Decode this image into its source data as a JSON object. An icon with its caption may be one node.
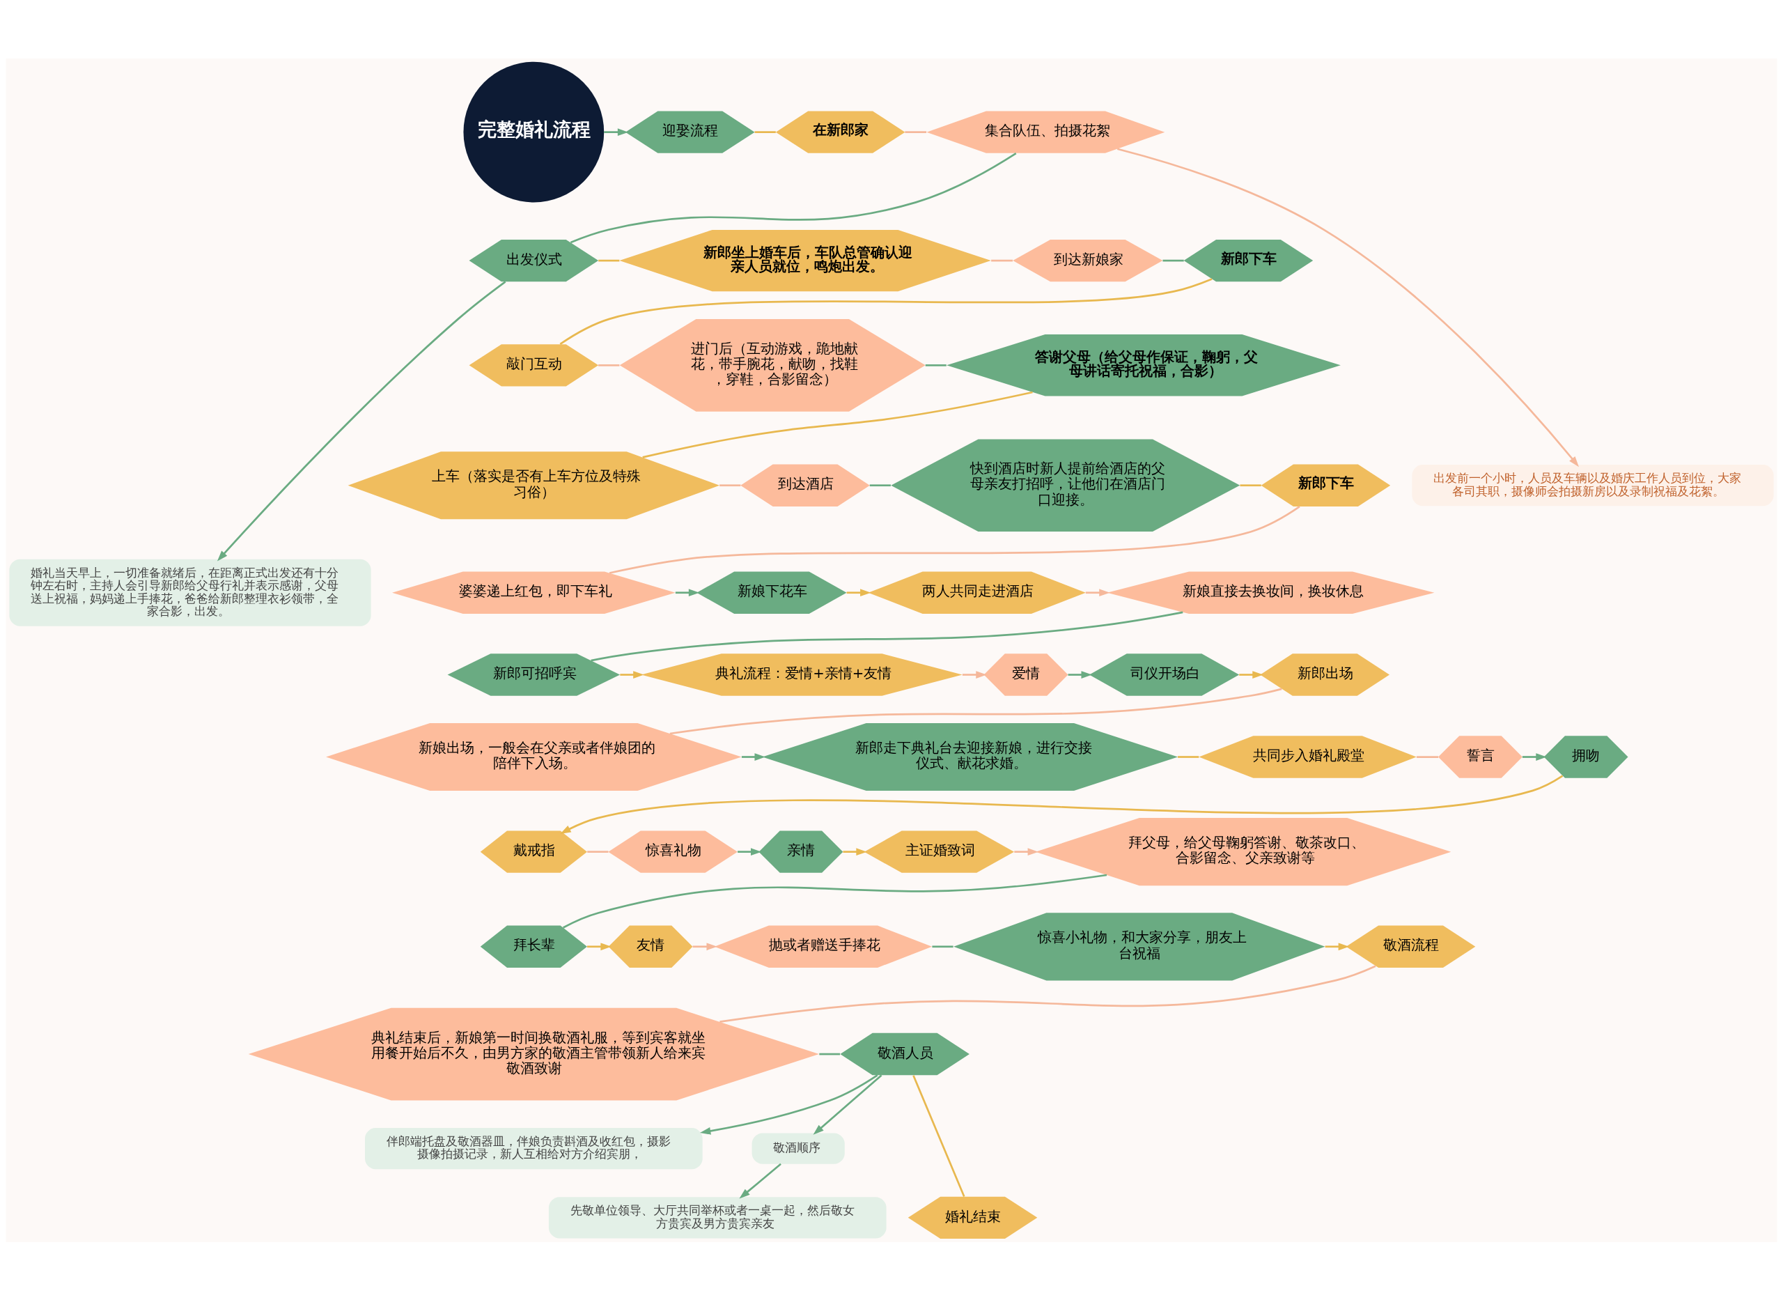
{
  "diagram": {
    "nodes": [
      {
        "text": [
          "完整婚礼流程"
        ]
      },
      {
        "text": [
          "迎娶流程"
        ]
      },
      {
        "text": [
          "在新郎家"
        ]
      },
      {
        "text": [
          "集合队伍、拍摄花絮"
        ]
      },
      {
        "text": [
          "出发前一个小时，人员及车辆以及婚庆工作人员到位，大家各司其职，摄像师会拍摄新房以及录制祝福及花絮。"
        ]
      },
      {
        "text": [
          "出发仪式"
        ]
      },
      {
        "text": [
          "婚礼当天早上，一切准备就绪后，在距离正式出发还有十分钟左右时，主持人会引导新郎给父母行礼并表示感谢，父母送上祝福，妈妈递上手捧花，爸爸给新郎整理衣衫领带，全家合影，出发。"
        ]
      },
      {
        "text": [
          "新郎坐上婚车后，车队总管确认迎亲人员就位，鸣炮出发。"
        ]
      },
      {
        "text": [
          "到达新娘家"
        ]
      },
      {
        "text": [
          "新郎下车"
        ]
      },
      {
        "text": [
          "敲门互动"
        ]
      },
      {
        "text": [
          "进门后（互动游戏，跪地献花，带手腕花，献吻，找鞋，穿鞋，合影留念）"
        ]
      },
      {
        "text": [
          "答谢父母（给父母作保证，鞠躬，父母讲话寄托祝福，合影）"
        ]
      },
      {
        "text": [
          "上车（落实是否有上车方位及特殊习俗）"
        ]
      },
      {
        "text": [
          "到达酒店"
        ]
      },
      {
        "text": [
          "快到酒店时新人提前给酒店的父母亲友打招呼，让他们在酒店门口迎接。"
        ]
      },
      {
        "text": [
          "新郎下车"
        ]
      },
      {
        "text": [
          "婆婆递上红包，即下车礼"
        ]
      },
      {
        "text": [
          "新娘下花车"
        ]
      },
      {
        "text": [
          "两人共同走进酒店"
        ]
      },
      {
        "text": [
          "新娘直接去换妆间，换妆休息"
        ]
      },
      {
        "text": [
          "新郎可招呼宾"
        ]
      },
      {
        "text": [
          "典礼流程：爱情+亲情+友情"
        ]
      },
      {
        "text": [
          "爱情"
        ]
      },
      {
        "text": [
          "司仪开场白"
        ]
      },
      {
        "text": [
          "新郎出场"
        ]
      },
      {
        "text": [
          "新娘出场，一般会在父亲或者伴娘团的陪伴下入场。"
        ]
      },
      {
        "text": [
          "新郎走下典礼台去迎接新娘，进行交接仪式、献花求婚。"
        ]
      },
      {
        "text": [
          "共同步入婚礼殿堂"
        ]
      },
      {
        "text": [
          "誓言"
        ]
      },
      {
        "text": [
          "拥吻"
        ]
      },
      {
        "text": [
          "戴戒指"
        ]
      },
      {
        "text": [
          "惊喜礼物"
        ]
      },
      {
        "text": [
          "亲情"
        ]
      },
      {
        "text": [
          "主证婚致词"
        ]
      },
      {
        "text": [
          "拜父母，给父母鞠躬答谢、敬茶改口、合影留念、父亲致谢等"
        ]
      },
      {
        "text": [
          "拜长辈"
        ]
      },
      {
        "text": [
          "友情"
        ]
      },
      {
        "text": [
          "抛或者赠送手捧花"
        ]
      },
      {
        "text": [
          "惊喜小礼物，和大家分享，朋友上台祝福"
        ]
      },
      {
        "text": [
          "敬酒流程"
        ]
      },
      {
        "text": [
          "典礼结束后，新娘第一时间换敬酒礼服，等到宾客就坐用餐开始后不久，由男方家的敬酒主管带领新人给来宾敬酒致谢"
        ]
      },
      {
        "text": [
          "敬酒人员"
        ]
      },
      {
        "text": [
          "伴郎端托盘及敬酒器皿，伴娘负责斟酒及收红包，摄影摄像拍摄记录，新人互相给对方介绍宾朋，"
        ]
      },
      {
        "text": [
          "敬酒顺序"
        ]
      },
      {
        "text": [
          "先敬单位领导、大厅共同举杯或者一桌一起，然后敬女方贵宾及男方贵宾亲友"
        ]
      },
      {
        "text": [
          "婚礼结束"
        ]
      }
    ],
    "edges": [
      {
        "from": 0,
        "to": 1,
        "arrow": "to",
        "color": "#6aab82"
      },
      {
        "from": 1,
        "to": 2,
        "arrow": "none",
        "color": "#e8b84f"
      },
      {
        "from": 2,
        "to": 3,
        "arrow": "none",
        "color": "#f5b89b"
      },
      {
        "from": 3,
        "to": 4,
        "arrow": "to",
        "color": "#f5b89b"
      },
      {
        "from": 3,
        "to": 5,
        "arrow": "none",
        "color": "#6aab82"
      },
      {
        "from": 5,
        "to": 6,
        "arrow": "to",
        "color": "#6aab82"
      },
      {
        "from": 5,
        "to": 7,
        "arrow": "none",
        "color": "#e8b84f"
      },
      {
        "from": 7,
        "to": 8,
        "arrow": "none",
        "color": "#f5b89b"
      },
      {
        "from": 8,
        "to": 9,
        "arrow": "none",
        "color": "#6aab82"
      },
      {
        "from": 9,
        "to": 10,
        "arrow": "none",
        "color": "#e8b84f"
      },
      {
        "from": 10,
        "to": 11,
        "arrow": "none",
        "color": "#f5b89b"
      },
      {
        "from": 11,
        "to": 12,
        "arrow": "none",
        "color": "#6aab82"
      },
      {
        "from": 12,
        "to": 13,
        "arrow": "none",
        "color": "#e8b84f"
      },
      {
        "from": 13,
        "to": 14,
        "arrow": "none",
        "color": "#f5b89b"
      },
      {
        "from": 14,
        "to": 15,
        "arrow": "none",
        "color": "#6aab82"
      },
      {
        "from": 15,
        "to": 16,
        "arrow": "none",
        "color": "#e8b84f"
      },
      {
        "from": 16,
        "to": 17,
        "arrow": "none",
        "color": "#f5b89b"
      },
      {
        "from": 17,
        "to": 18,
        "arrow": "to",
        "color": "#6aab82"
      },
      {
        "from": 18,
        "to": 19,
        "arrow": "to",
        "color": "#e8b84f"
      },
      {
        "from": 19,
        "to": 20,
        "arrow": "to",
        "color": "#f5b89b"
      },
      {
        "from": 20,
        "to": 21,
        "arrow": "none",
        "color": "#6aab82"
      },
      {
        "from": 21,
        "to": 22,
        "arrow": "to",
        "color": "#e8b84f"
      },
      {
        "from": 22,
        "to": 23,
        "arrow": "to",
        "color": "#f5b89b"
      },
      {
        "from": 23,
        "to": 24,
        "arrow": "to",
        "color": "#6aab82"
      },
      {
        "from": 24,
        "to": 25,
        "arrow": "to",
        "color": "#e8b84f"
      },
      {
        "from": 25,
        "to": 26,
        "arrow": "none",
        "color": "#f5b89b"
      },
      {
        "from": 26,
        "to": 27,
        "arrow": "to",
        "color": "#6aab82"
      },
      {
        "from": 27,
        "to": 28,
        "arrow": "none",
        "color": "#e8b84f"
      },
      {
        "from": 28,
        "to": 29,
        "arrow": "none",
        "color": "#f5b89b"
      },
      {
        "from": 29,
        "to": 30,
        "arrow": "to",
        "color": "#6aab82"
      },
      {
        "from": 30,
        "to": 31,
        "arrow": "to",
        "color": "#e8b84f"
      },
      {
        "from": 31,
        "to": 32,
        "arrow": "none",
        "color": "#f5b89b"
      },
      {
        "from": 32,
        "to": 33,
        "arrow": "to",
        "color": "#6aab82"
      },
      {
        "from": 33,
        "to": 34,
        "arrow": "to",
        "color": "#e8b84f"
      },
      {
        "from": 34,
        "to": 35,
        "arrow": "to",
        "color": "#f5b89b"
      },
      {
        "from": 35,
        "to": 36,
        "arrow": "none",
        "color": "#6aab82"
      },
      {
        "from": 36,
        "to": 37,
        "arrow": "to",
        "color": "#e8b84f"
      },
      {
        "from": 37,
        "to": 38,
        "arrow": "to",
        "color": "#f5b89b"
      },
      {
        "from": 38,
        "to": 39,
        "arrow": "none",
        "color": "#6aab82"
      },
      {
        "from": 39,
        "to": 40,
        "arrow": "to",
        "color": "#e8b84f"
      },
      {
        "from": 40,
        "to": 41,
        "arrow": "none",
        "color": "#f5b89b"
      },
      {
        "from": 41,
        "to": 42,
        "arrow": "none",
        "color": "#6aab82"
      },
      {
        "from": 42,
        "to": 43,
        "arrow": "to",
        "color": "#6aab82"
      },
      {
        "from": 42,
        "to": 44,
        "arrow": "to",
        "color": "#6aab82"
      },
      {
        "from": 44,
        "to": 45,
        "arrow": "to",
        "color": "#6aab82"
      },
      {
        "from": 42,
        "to": 46,
        "arrow": "none",
        "color": "#e8b84f"
      }
    ]
  }
}
